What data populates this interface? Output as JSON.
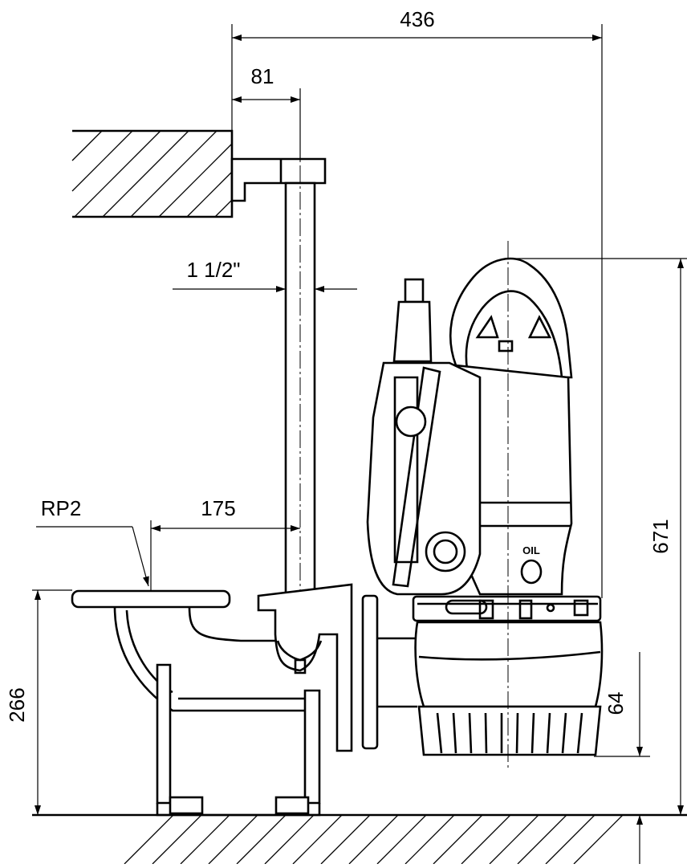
{
  "dimensions": {
    "overall_width": "436",
    "pipe_offset": "81",
    "pipe_size": "1 1/2\"",
    "discharge_offset": "175",
    "thread": "RP2",
    "pump_height": "671",
    "base_height": "266",
    "clearance": "64"
  },
  "labels": {
    "oil_mark": "OIL"
  }
}
